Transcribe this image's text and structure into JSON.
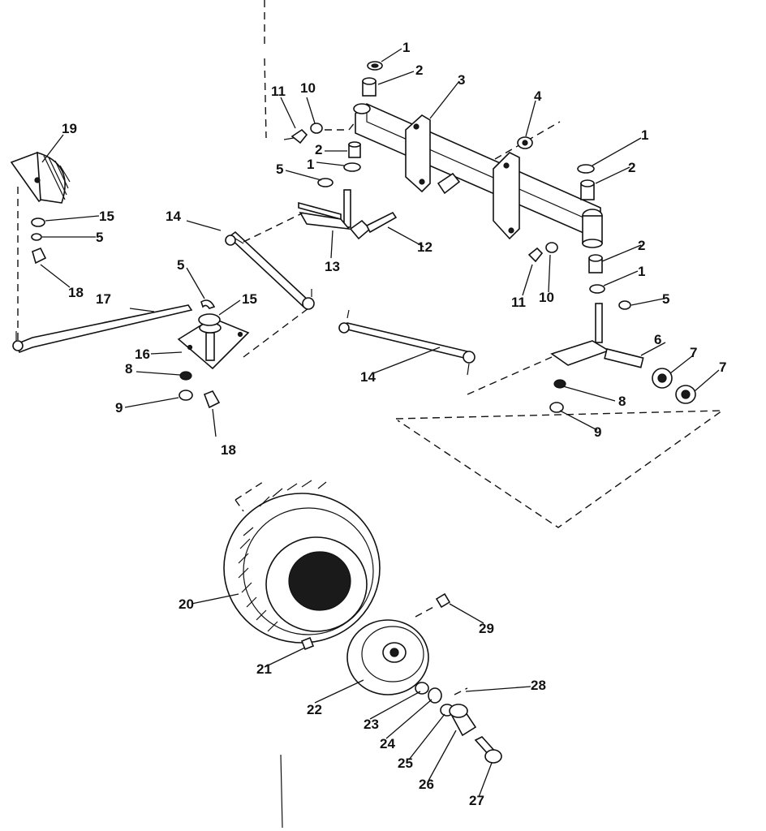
{
  "callouts": [
    {
      "id": "c1a",
      "text": "1"
    },
    {
      "id": "c2a",
      "text": "2"
    },
    {
      "id": "c3",
      "text": "3"
    },
    {
      "id": "c4",
      "text": "4"
    },
    {
      "id": "c1b",
      "text": "1"
    },
    {
      "id": "c2b",
      "text": "2"
    },
    {
      "id": "c11a",
      "text": "11"
    },
    {
      "id": "c10a",
      "text": "10"
    },
    {
      "id": "c2c",
      "text": "2"
    },
    {
      "id": "c1c",
      "text": "1"
    },
    {
      "id": "c5a",
      "text": "5"
    },
    {
      "id": "c19",
      "text": "19"
    },
    {
      "id": "c15a",
      "text": "15"
    },
    {
      "id": "c5b",
      "text": "5"
    },
    {
      "id": "c18a",
      "text": "18"
    },
    {
      "id": "c14a",
      "text": "14"
    },
    {
      "id": "c12",
      "text": "12"
    },
    {
      "id": "c13",
      "text": "13"
    },
    {
      "id": "c2d",
      "text": "2"
    },
    {
      "id": "c1d",
      "text": "1"
    },
    {
      "id": "c11b",
      "text": "11"
    },
    {
      "id": "c10b",
      "text": "10"
    },
    {
      "id": "c5c",
      "text": "5"
    },
    {
      "id": "c5d",
      "text": "5"
    },
    {
      "id": "c15b",
      "text": "15"
    },
    {
      "id": "c17",
      "text": "17"
    },
    {
      "id": "c16",
      "text": "16"
    },
    {
      "id": "c8a",
      "text": "8"
    },
    {
      "id": "c9a",
      "text": "9"
    },
    {
      "id": "c18b",
      "text": "18"
    },
    {
      "id": "c6",
      "text": "6"
    },
    {
      "id": "c7a",
      "text": "7"
    },
    {
      "id": "c7b",
      "text": "7"
    },
    {
      "id": "c8b",
      "text": "8"
    },
    {
      "id": "c9b",
      "text": "9"
    },
    {
      "id": "c14b",
      "text": "14"
    },
    {
      "id": "c20",
      "text": "20"
    },
    {
      "id": "c29",
      "text": "29"
    },
    {
      "id": "c21",
      "text": "21"
    },
    {
      "id": "c28",
      "text": "28"
    },
    {
      "id": "c22",
      "text": "22"
    },
    {
      "id": "c23",
      "text": "23"
    },
    {
      "id": "c24",
      "text": "24"
    },
    {
      "id": "c25",
      "text": "25"
    },
    {
      "id": "c26",
      "text": "26"
    },
    {
      "id": "c27",
      "text": "27"
    }
  ],
  "colors": {
    "ink": "#111111",
    "paper": "#ffffff"
  }
}
